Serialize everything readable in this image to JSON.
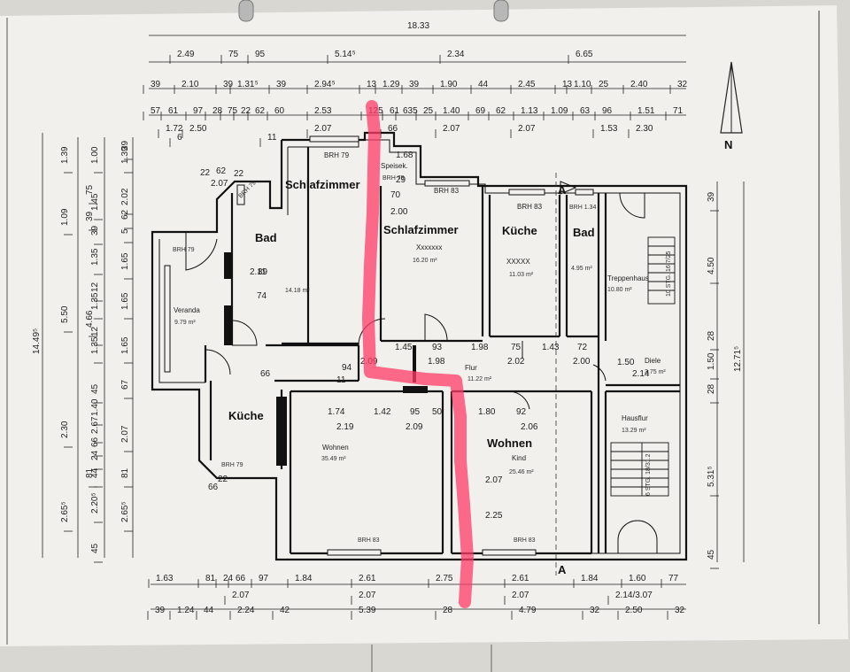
{
  "colors": {
    "paper": "#f1f0ec",
    "ink": "#1a1a1a",
    "marker": "#ff3b66",
    "background": "#d9d7d2"
  },
  "dims": {
    "top_total": "18.33",
    "row1": [
      "2.49",
      "75",
      "95",
      "5.14⁵",
      "2.34",
      "6.65"
    ],
    "row2": [
      "39",
      "2.10",
      "39",
      "1.31⁵",
      "39",
      "2.94⁵",
      "13",
      "1.29",
      "39",
      "1.90",
      "44",
      "2.45",
      "13",
      "1.10",
      "25",
      "2.40",
      "32"
    ],
    "row3": [
      "57",
      "61",
      "97",
      "28",
      "75",
      "22",
      "62",
      "60",
      "2.53",
      "125",
      "61",
      "635",
      "25",
      "1.40",
      "69",
      "62",
      "1.13",
      "1.09",
      "63",
      "96",
      "1.51",
      "71"
    ],
    "row4": [
      "1.72",
      "2.50",
      "2.07",
      "66",
      "2.07",
      "2.07",
      "1.53",
      "2.30"
    ],
    "row4b": [
      "6",
      "11"
    ],
    "bottom1": [
      "1.63",
      "81",
      "24",
      "66",
      "97",
      "1.84",
      "2.61",
      "2.75",
      "2.61",
      "1.84",
      "1.60",
      "77"
    ],
    "bottom2": [
      "2.07",
      "2.07",
      "2.07",
      "2.14/3.07"
    ],
    "bottom3": [
      "39",
      "1.24",
      "44",
      "2.24",
      "42",
      "5.39",
      "28",
      "4.79",
      "32",
      "2.50",
      "32"
    ],
    "left_a": [
      "1.39",
      "1.09",
      "5.50",
      "2.30",
      "2.65⁵"
    ],
    "left_b": [
      "75",
      "39",
      "4.66",
      "81"
    ],
    "left_c": [
      "1.00",
      "1.45",
      "39",
      "1.35",
      "12",
      "1.35",
      "12",
      "1.35",
      "45",
      "1.40",
      "2.67",
      "44",
      "2.20⁵",
      "45",
      "24",
      "66"
    ],
    "left_d": [
      "39",
      "1.39",
      "2.02",
      "62",
      "5",
      "1.65",
      "1.65",
      "1.65",
      "67",
      "2.07",
      "81",
      "2.65⁵"
    ],
    "left_total": "14.49⁵",
    "right_a": [
      "39",
      "4.50",
      "28",
      "1.50",
      "28",
      "5.31⁵",
      "45"
    ],
    "right_total": "12.71⁵",
    "interior": [
      "1.45",
      "93",
      "1.98",
      "75",
      "1.43",
      "72",
      "1.98",
      "2.02",
      "2.00",
      "1.74",
      "1.42",
      "95",
      "50",
      "1.80",
      "92",
      "2.19",
      "2.09",
      "2.06",
      "1.50",
      "2.14",
      "2.09",
      "94",
      "11",
      "66",
      "89",
      "74",
      "2.11",
      "2.07",
      "2.25",
      "1.68",
      "29",
      "70",
      "2.00",
      "22",
      "62",
      "22",
      "2.07",
      "66",
      "22"
    ]
  },
  "rooms": {
    "schlafzimmer1": {
      "name": "Schlafzimmer",
      "brh": "BRH 79",
      "area": "14.18 m²"
    },
    "schlafzimmer2": {
      "name": "Schlafzimmer",
      "brh": "BRH 83",
      "area": "16.20 m²",
      "strike": "Xxxxxxx"
    },
    "speisek": {
      "name": "Speisek.",
      "brh": "BRH 79"
    },
    "kueche1": {
      "name": "Küche",
      "brh": "BRH 83",
      "area": "11.03 m²",
      "strike": "XXXXX"
    },
    "bad1": {
      "name": "Bad",
      "brh": "BRH 1.34",
      "area": "4.95 m²"
    },
    "treppenhaus": {
      "name": "Treppenhaus",
      "area": "10.80 m²",
      "stairs": "10 STG. 16.7/25"
    },
    "bad2": {
      "name": "Bad",
      "brh": "BRH 79"
    },
    "veranda": {
      "name": "Veranda",
      "brh": "BRH 79",
      "area": "9.79 m²"
    },
    "flur": {
      "name": "Flur",
      "area": "11.22 m²"
    },
    "diele": {
      "name": "Diele",
      "area": "3.75 m²"
    },
    "kueche2": {
      "name": "Küche",
      "brh": "BRH 79"
    },
    "wohnen1": {
      "name": "Wohnen",
      "brh": "BRH 83",
      "area": "35.49 m²"
    },
    "wohnen2": {
      "name": "Wohnen",
      "brh": "BRH 83",
      "area": "25.46 m²",
      "strike": "Kind"
    },
    "hausflur": {
      "name": "Hausflur",
      "area": "13.29 m²",
      "stairs": "6 STG. 18/31.2"
    }
  },
  "section_mark": "A",
  "north": "N"
}
